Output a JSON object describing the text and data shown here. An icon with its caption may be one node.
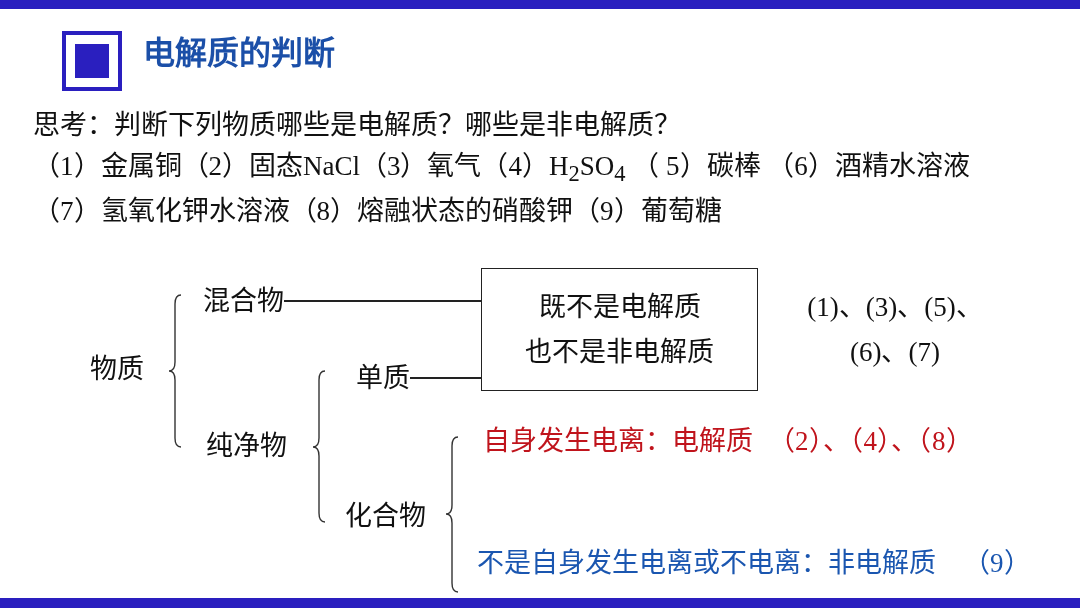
{
  "diagram": {
    "title": "电解质的判断",
    "nodes": [
      {
        "text": [
          "物质"
        ]
      },
      {
        "text": [
          "混合物"
        ]
      },
      {
        "text": [
          "纯净物"
        ]
      },
      {
        "text": [
          "单质"
        ]
      },
      {
        "text": [
          "化合物"
        ]
      },
      {
        "text": [
          "既不是电解质",
          "也不是非电解质"
        ],
        "beside": [
          "(1)、(3)、(5)、(6)、(7)"
        ]
      },
      {
        "text": [
          "自身发生电离：电解质"
        ],
        "beside": [
          "（2）、（4）、（8）"
        ]
      },
      {
        "text": [
          "不是自身发生电离或不电离：非电解质"
        ],
        "beside": [
          "（9）"
        ]
      }
    ],
    "edges": [
      {
        "from": 1,
        "to": 5,
        "arrow": "none"
      },
      {
        "from": 3,
        "to": 5,
        "arrow": "none"
      }
    ],
    "labels": [
      "思考：判断下列物质哪些是电解质？哪些是非电解质？",
      "（1）金属铜（2）固态NaCl（3）氧气（4）H$_{2}$SO$_{4}$ （ 5）碳棒 （6）酒精水溶液",
      "（7）氢氧化钾水溶液（8）熔融状态的硝酸钾（9）葡萄糖"
    ]
  }
}
